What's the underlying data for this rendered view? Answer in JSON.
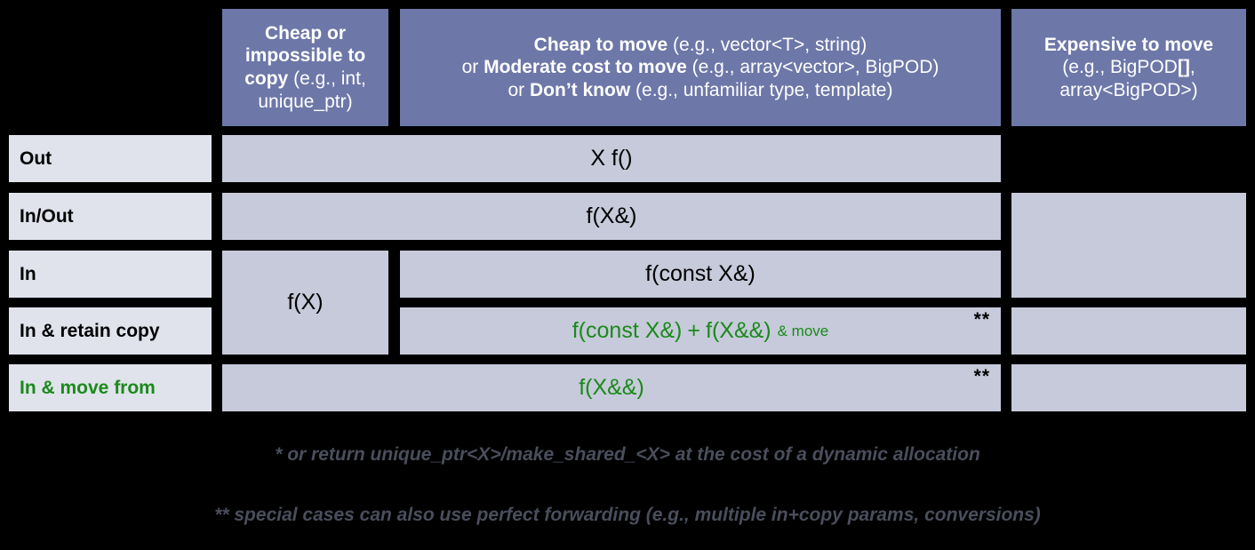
{
  "title": "C++ parameter passing guidance",
  "colors": {
    "header_bg": "#6d77a8",
    "header_text": "#ffffff",
    "row_label_bg": "#e0e3ec",
    "body_cell_bg": "#c6cada",
    "accent_green": "#1a8a1a",
    "background": "#000000",
    "footnote_text": "#4a4e5c"
  },
  "corner": {
    "label": ""
  },
  "headers": [
    {
      "id": "cheap-or-impossible-to-copy",
      "lines": [
        [
          {
            "text": "Cheap or impossible to copy ",
            "bold": true
          },
          {
            "text": "(e.g., int, unique_ptr)",
            "bold": false
          }
        ]
      ],
      "plain": "Cheap or impossible to copy (e.g., int, unique_ptr)"
    },
    {
      "id": "cheap-to-move",
      "lines": [
        [
          {
            "text": "Cheap to move ",
            "bold": true
          },
          {
            "text": "(e.g., vector<T>, string)",
            "bold": false
          }
        ],
        [
          {
            "text": "or ",
            "bold": false
          },
          {
            "text": "Moderate cost to move ",
            "bold": true
          },
          {
            "text": "(e.g., array<vector>, BigPOD)",
            "bold": false
          }
        ],
        [
          {
            "text": "or ",
            "bold": false
          },
          {
            "text": "Don’t know ",
            "bold": true
          },
          {
            "text": "(e.g., unfamiliar type, template)",
            "bold": false
          }
        ]
      ],
      "plain": "Cheap to move (e.g., vector<T>, string) or Moderate cost to move (e.g., array<vector>, BigPOD) or Don’t know (e.g., unfamiliar type, template)"
    },
    {
      "id": "expensive-to-move",
      "lines": [
        [
          {
            "text": "Expensive to move",
            "bold": true
          }
        ],
        [
          {
            "text": "(e.g., BigPOD",
            "bold": false
          },
          {
            "text": "[]",
            "bold": true
          },
          {
            "text": ",",
            "bold": false
          }
        ],
        [
          {
            "text": "array<BigPOD>)",
            "bold": false
          }
        ]
      ],
      "plain": "Expensive to move (e.g., BigPOD[], array<BigPOD>)"
    }
  ],
  "rows": [
    {
      "id": "out",
      "label": "Out",
      "green": false
    },
    {
      "id": "in-out",
      "label": "In/Out",
      "green": false
    },
    {
      "id": "in",
      "label": "In",
      "green": false
    },
    {
      "id": "in-retain-copy",
      "label": "In & retain copy",
      "green": false
    },
    {
      "id": "in-move-from",
      "label": "In & move from",
      "green": true
    }
  ],
  "cells": {
    "out_wide": {
      "text": "X f()",
      "green": false,
      "mark": ""
    },
    "inout_wide": {
      "text": "f(X&)",
      "green": false,
      "mark": ""
    },
    "in_cheap_copy": {
      "text": "f(X)",
      "green": false,
      "mark": ""
    },
    "in_mid": {
      "text": "f(const X&)",
      "green": false,
      "mark": ""
    },
    "retain_part_a": {
      "text": "f(const X&)",
      "green": true
    },
    "retain_plus": {
      "text": "+",
      "green": true
    },
    "retain_part_b": {
      "text": "f(X&&)",
      "green": true
    },
    "retain_part_b_suffix": {
      "text": "& move",
      "green": true
    },
    "retain_mark": {
      "text": "**"
    },
    "movefrom_wide": {
      "text": "f(X&&)",
      "green": true,
      "mark": "**"
    },
    "expensive_block_top": {
      "text": "",
      "green": false
    },
    "expensive_block_bottom": {
      "text": "",
      "green": false
    }
  },
  "footnotes": [
    {
      "id": "footnote-single-star",
      "text": "* or return unique_ptr<X>/make_shared_<X> at the cost of a dynamic allocation"
    },
    {
      "id": "footnote-double-star",
      "text": "** special cases can also use perfect forwarding (e.g., multiple in+copy params, conversions)"
    }
  ]
}
